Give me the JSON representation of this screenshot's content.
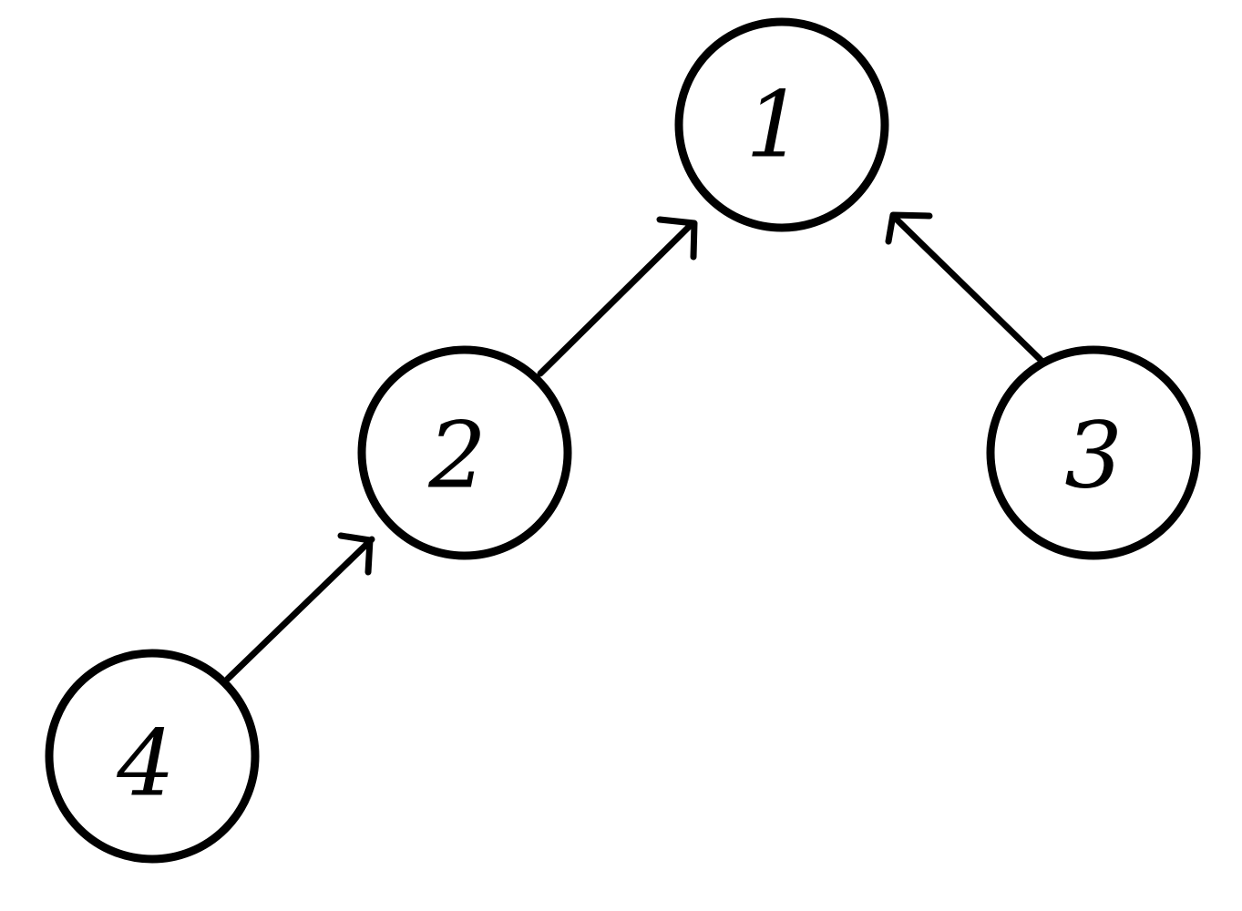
{
  "nodes": [
    {
      "id": "1",
      "label": "1"
    },
    {
      "id": "2",
      "label": "2"
    },
    {
      "id": "3",
      "label": "3"
    },
    {
      "id": "4",
      "label": "4"
    }
  ],
  "edges": [
    {
      "from": "2",
      "to": "1"
    },
    {
      "from": "3",
      "to": "1"
    },
    {
      "from": "4",
      "to": "2"
    }
  ]
}
